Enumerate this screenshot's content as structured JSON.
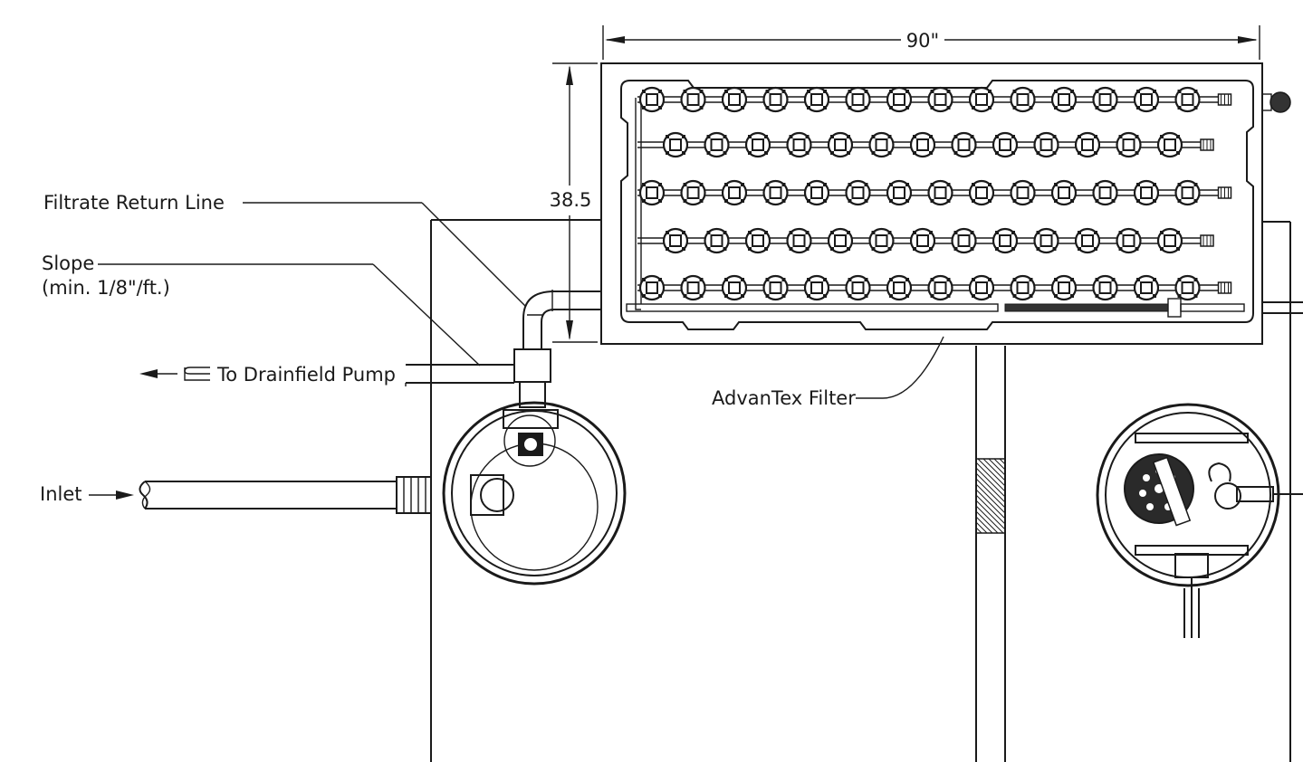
{
  "header": {
    "title_partial": ""
  },
  "dimensions": {
    "width_label": "90\"",
    "height_label": "38.5"
  },
  "labels": {
    "filtrate_return_line": "Filtrate Return Line",
    "slope_line1": "Slope",
    "slope_line2": "(min. 1/8\"/ft.)",
    "to_drainfield_pump": "To Drainfield Pump",
    "advantex_filter": "AdvanTex Filter",
    "inlet": "Inlet"
  },
  "filter_grid": {
    "rows": 5,
    "nozzles_per_row": [
      14,
      13,
      14,
      13,
      14
    ]
  },
  "colors": {
    "ink": "#1a1a1a",
    "paper": "#ffffff"
  }
}
